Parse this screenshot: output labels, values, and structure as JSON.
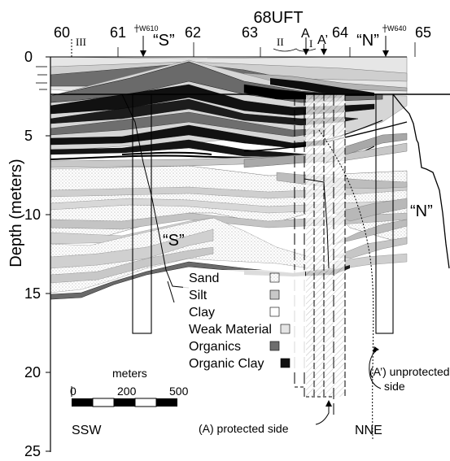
{
  "figure": {
    "y_axis_label": "Depth (meters)",
    "depth_ticks": [
      "0",
      "5",
      "10",
      "15",
      "20",
      "25"
    ],
    "station_ticks": [
      "60",
      "61",
      "62",
      "63",
      "64",
      "65"
    ],
    "section_label": "68UFT",
    "zone_labels": {
      "III": "III",
      "II": "II",
      "I": "I"
    },
    "well_labels": {
      "w610": "W610",
      "w640": "W640"
    },
    "channel_labels": {
      "s_top": "“S”",
      "n_top": "“N”",
      "s_mid": "“S”",
      "n_mid": "“N”"
    },
    "line_labels": {
      "a": "A",
      "a_prime": "A’"
    },
    "direction_labels": {
      "left": "SSW",
      "right": "NNE"
    },
    "annotations": {
      "protected": "(A) protected side",
      "unprotected_line1": "(A’) unprotected",
      "unprotected_line2": "side"
    },
    "scale_bar": {
      "units": "meters",
      "ticks": [
        "0",
        "200",
        "500"
      ]
    },
    "legend": [
      {
        "label": "Sand",
        "pattern": "sand",
        "color": "#ffffff"
      },
      {
        "label": "Silt",
        "pattern": "silt",
        "color": "#c8c8c8"
      },
      {
        "label": "Clay",
        "pattern": "clay",
        "color": "#ffffff"
      },
      {
        "label": "Weak Material",
        "pattern": "weak",
        "color": "#e4e4e4"
      },
      {
        "label": "Organics",
        "pattern": "organics",
        "color": "#6e6e6e"
      },
      {
        "label": "Organic Clay",
        "pattern": "organic-clay",
        "color": "#111111"
      }
    ]
  }
}
